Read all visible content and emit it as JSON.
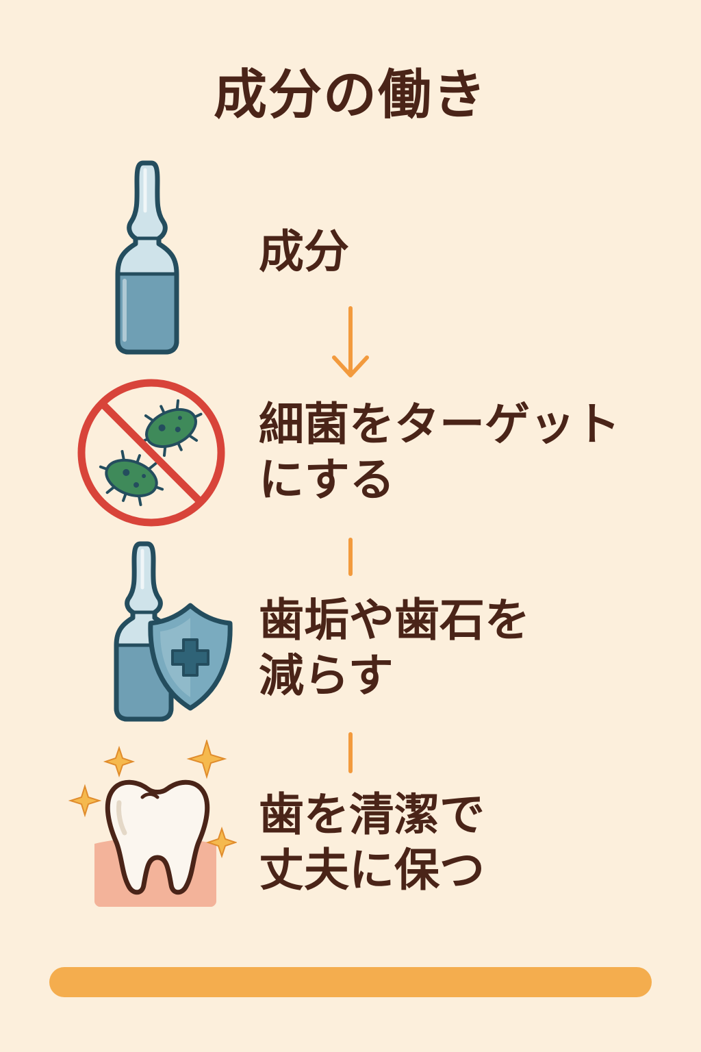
{
  "title": "成分の働き",
  "steps": [
    {
      "text": "成分",
      "icon": "ampoule-icon"
    },
    {
      "text": "細菌をターゲット\nにする",
      "icon": "no-bacteria-icon"
    },
    {
      "text": "歯垢や歯石を\n減らす",
      "icon": "ampoule-shield-icon"
    },
    {
      "text": "歯を清潔で\n丈夫に保つ",
      "icon": "sparkling-tooth-icon"
    }
  ],
  "colors": {
    "background": "#fcefdc",
    "text": "#4a2418",
    "accent": "#f29a3d",
    "prohibition": "#d8443a",
    "bacteria": "#3f8a5a",
    "liquid": "#6f9fb4",
    "outline": "#244d5e",
    "bar": "#f4ad4e"
  }
}
